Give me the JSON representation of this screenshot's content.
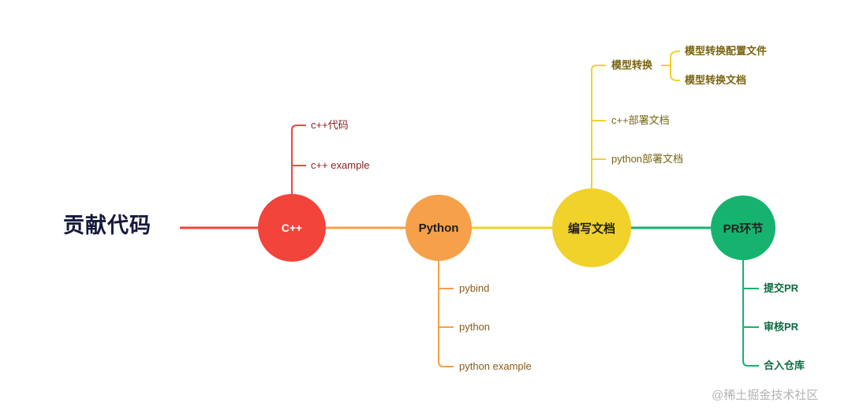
{
  "title": "贡献代码",
  "colors": {
    "title": "#151a3d",
    "red": "#f2443a",
    "orange": "#f6a04a",
    "yellow": "#f1d22a",
    "green": "#16b36e",
    "red_text": "#8a1d1d",
    "orange_text": "#8a5a1a",
    "yellow_text": "#7a6410",
    "green_text": "#0e6b40"
  },
  "nodes": {
    "cpp": {
      "label": "C++",
      "children": [
        "c++代码",
        "c++ example"
      ]
    },
    "python": {
      "label": "Python",
      "children": [
        "pybind",
        "python",
        "python example"
      ]
    },
    "docs": {
      "label": "编写文档",
      "children": [
        "模型转换",
        "c++部署文档",
        "python部署文档"
      ],
      "model_conversion_children": [
        "模型转换配置文件",
        "模型转换文档"
      ]
    },
    "pr": {
      "label": "PR环节",
      "children": [
        "提交PR",
        "审核PR",
        "合入仓库"
      ]
    }
  },
  "watermark": "@稀土掘金技术社区"
}
